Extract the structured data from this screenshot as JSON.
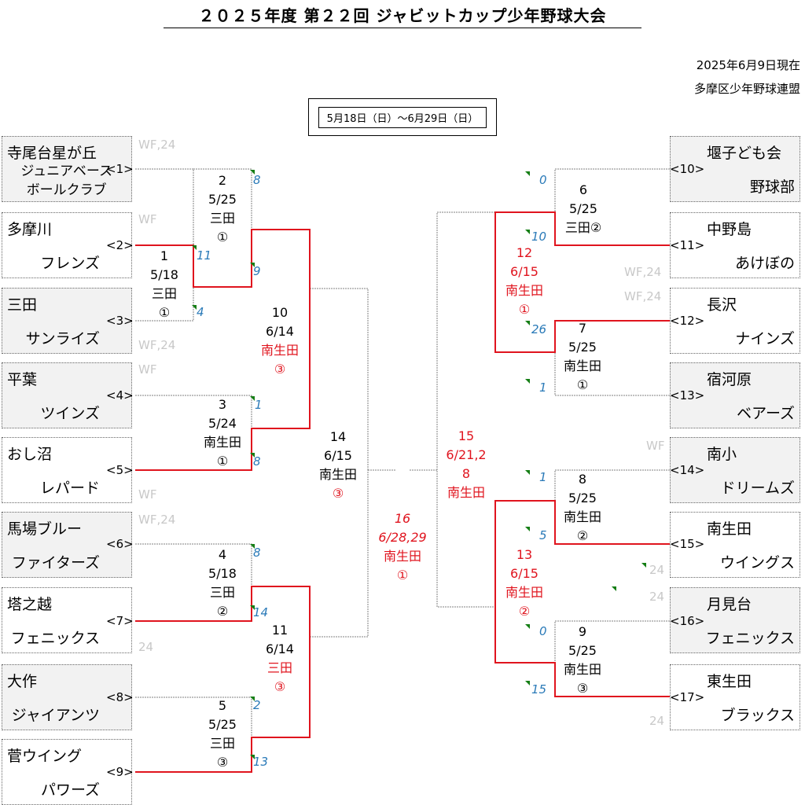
{
  "title": "２０２５年度 第２２回 ジャビットカップ少年野球大会",
  "as_of": "2025年6月9日現在",
  "organizer": "多摩区少年野球連盟",
  "period": "5月18日（日）～6月29日（日）",
  "colors": {
    "winner_line": "#e0141e",
    "score": "#2a7ab8",
    "flag": "#157e15",
    "wf_note": "#c8c8c8",
    "team_bg": "#f2f2f2"
  },
  "teams": [
    {
      "seed": "<1>",
      "name1": "寺尾台星が丘",
      "name2": "ジュニアベース\nボールクラブ",
      "note": "WF,24"
    },
    {
      "seed": "<2>",
      "name1": "多摩川",
      "name2": "フレンズ",
      "note": "WF"
    },
    {
      "seed": "<3>",
      "name1": "三田",
      "name2": "サンライズ",
      "note": "WF,24"
    },
    {
      "seed": "<4>",
      "name1": "平葉",
      "name2": "ツインズ",
      "note": "WF"
    },
    {
      "seed": "<5>",
      "name1": "おし沼",
      "name2": "レパード",
      "note": "WF"
    },
    {
      "seed": "<6>",
      "name1": "馬場ブルー",
      "name2": "ファイターズ",
      "note": "WF,24"
    },
    {
      "seed": "<7>",
      "name1": "塔之越",
      "name2": "フェニックス",
      "note": "24"
    },
    {
      "seed": "<8>",
      "name1": "大作",
      "name2": "ジャイアンツ",
      "note": ""
    },
    {
      "seed": "<9>",
      "name1": "菅ウイング",
      "name2": "パワーズ",
      "note": ""
    },
    {
      "seed": "<10>",
      "name1": "堰子ども会",
      "name2": "野球部",
      "note": ""
    },
    {
      "seed": "<11>",
      "name1": "中野島",
      "name2": "あけぼの",
      "note": "WF,24"
    },
    {
      "seed": "<12>",
      "name1": "長沢",
      "name2": "ナインズ",
      "note": "WF,24"
    },
    {
      "seed": "<13>",
      "name1": "宿河原",
      "name2": "ベアーズ",
      "note": ""
    },
    {
      "seed": "<14>",
      "name1": "南小",
      "name2": "ドリームズ",
      "note": "WF"
    },
    {
      "seed": "<15>",
      "name1": "南生田",
      "name2": "ウイングス",
      "note": "24"
    },
    {
      "seed": "<16>",
      "name1": "月見台",
      "name2": "フェニックス",
      "note": "24"
    },
    {
      "seed": "<17>",
      "name1": "東生田",
      "name2": "ブラックス",
      "note": "24"
    }
  ],
  "matches": [
    {
      "no": "1",
      "date": "5/18",
      "venue": "三田",
      "field": "①"
    },
    {
      "no": "2",
      "date": "5/25",
      "venue": "三田",
      "field": "①"
    },
    {
      "no": "3",
      "date": "5/24",
      "venue": "南生田",
      "field": "①"
    },
    {
      "no": "4",
      "date": "5/18",
      "venue": "三田",
      "field": "②"
    },
    {
      "no": "5",
      "date": "5/25",
      "venue": "三田",
      "field": "③"
    },
    {
      "no": "6",
      "date": "5/25",
      "venue": "三田②"
    },
    {
      "no": "7",
      "date": "5/25",
      "venue": "南生田",
      "field": "①"
    },
    {
      "no": "8",
      "date": "5/25",
      "venue": "南生田",
      "field": "②"
    },
    {
      "no": "9",
      "date": "5/25",
      "venue": "南生田",
      "field": "③"
    },
    {
      "no": "10",
      "date": "6/14",
      "venue": "南生田",
      "field": "③"
    },
    {
      "no": "11",
      "date": "6/14",
      "venue": "三田",
      "field": "③"
    },
    {
      "no": "12",
      "date": "6/15",
      "venue": "南生田",
      "field": "①"
    },
    {
      "no": "13",
      "date": "6/15",
      "venue": "南生田",
      "field": "②"
    },
    {
      "no": "14",
      "date": "6/15",
      "venue": "南生田",
      "field": "③"
    },
    {
      "no": "15",
      "date": "6/21,2",
      "date2": "8",
      "venue": "南生田"
    },
    {
      "no": "16",
      "date": "6/28,29",
      "venue": "南生田",
      "field": "①"
    }
  ],
  "scores": {
    "m1_t2": "11",
    "m1_t3": "4",
    "m2_t1": "8",
    "m2_w1": "9",
    "m3_t4": "1",
    "m3_t5": "8",
    "m4_t6": "8",
    "m4_t7": "14",
    "m5_t8": "2",
    "m5_t9": "13",
    "m6_t10": "0",
    "m6_t11": "10",
    "m7_t12": "26",
    "m7_t13": "1",
    "m8_t14": "1",
    "m8_t15": "5",
    "m9_t16": "0",
    "m9_t17": "15"
  }
}
